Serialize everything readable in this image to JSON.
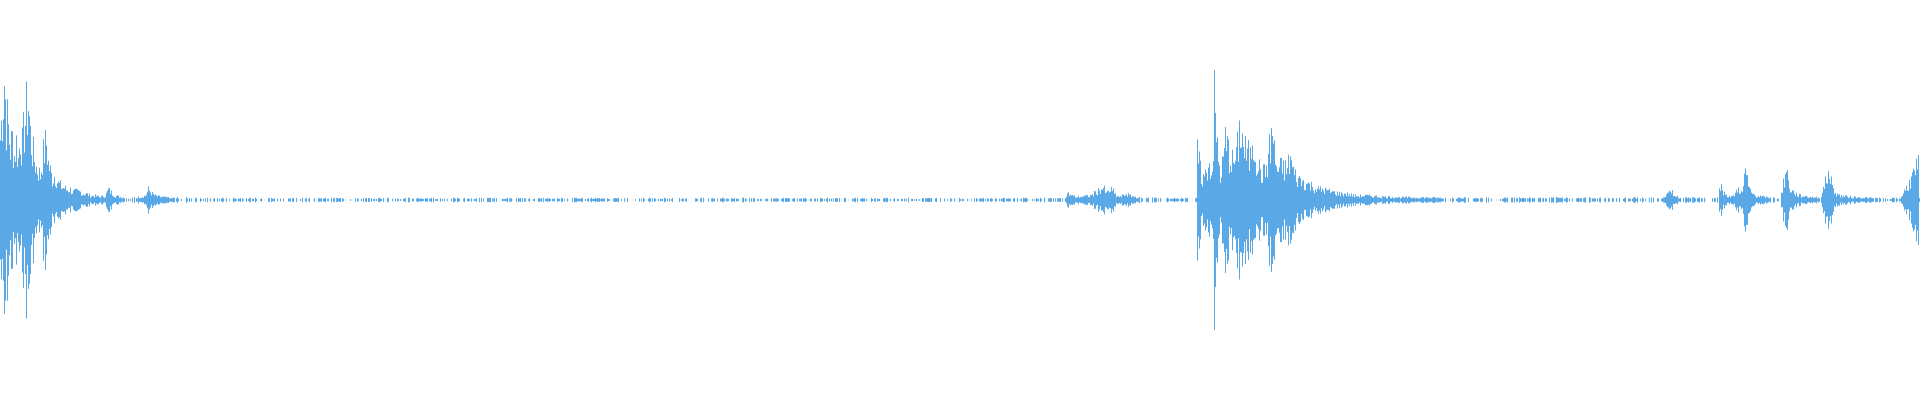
{
  "waveform": {
    "color": "#5aa9e6",
    "background": "#ffffff",
    "samples": [
      [
        0,
        0.3
      ],
      [
        2,
        0.45
      ],
      [
        4,
        0.6
      ],
      [
        6,
        0.4
      ],
      [
        8,
        0.35
      ],
      [
        10,
        0.25
      ],
      [
        12,
        0.3
      ],
      [
        14,
        0.22
      ],
      [
        16,
        0.28
      ],
      [
        18,
        0.2
      ],
      [
        20,
        0.32
      ],
      [
        22,
        0.26
      ],
      [
        24,
        0.36
      ],
      [
        26,
        0.42
      ],
      [
        28,
        0.48
      ],
      [
        30,
        0.32
      ],
      [
        32,
        0.24
      ],
      [
        34,
        0.2
      ],
      [
        36,
        0.16
      ],
      [
        38,
        0.14
      ],
      [
        40,
        0.12
      ],
      [
        42,
        0.2
      ],
      [
        44,
        0.24
      ],
      [
        46,
        0.28
      ],
      [
        48,
        0.18
      ],
      [
        50,
        0.14
      ],
      [
        52,
        0.1
      ],
      [
        54,
        0.12
      ],
      [
        56,
        0.1
      ],
      [
        58,
        0.08
      ],
      [
        60,
        0.07
      ],
      [
        62,
        0.06
      ],
      [
        64,
        0.06
      ],
      [
        66,
        0.05
      ],
      [
        68,
        0.05
      ],
      [
        70,
        0.05
      ],
      [
        72,
        0.04
      ],
      [
        74,
        0.04
      ],
      [
        76,
        0.04
      ],
      [
        78,
        0.04
      ],
      [
        80,
        0.04
      ],
      [
        82,
        0.03
      ],
      [
        84,
        0.03
      ],
      [
        86,
        0.03
      ],
      [
        90,
        0.02
      ],
      [
        95,
        0.02
      ],
      [
        100,
        0.015
      ],
      [
        105,
        0.02
      ],
      [
        108,
        0.05
      ],
      [
        110,
        0.04
      ],
      [
        115,
        0.02
      ],
      [
        120,
        0.015
      ],
      [
        125,
        0.01
      ],
      [
        130,
        0.01
      ],
      [
        135,
        0.01
      ],
      [
        145,
        0.02
      ],
      [
        148,
        0.05
      ],
      [
        150,
        0.04
      ],
      [
        152,
        0.03
      ],
      [
        155,
        0.02
      ],
      [
        160,
        0.015
      ],
      [
        170,
        0.01
      ],
      [
        180,
        0.01
      ],
      [
        190,
        0.01
      ],
      [
        200,
        0.008
      ],
      [
        230,
        0.008
      ],
      [
        260,
        0.008
      ],
      [
        290,
        0.008
      ],
      [
        320,
        0.008
      ],
      [
        350,
        0.008
      ],
      [
        380,
        0.008
      ],
      [
        410,
        0.008
      ],
      [
        440,
        0.008
      ],
      [
        470,
        0.008
      ],
      [
        500,
        0.008
      ],
      [
        530,
        0.008
      ],
      [
        560,
        0.008
      ],
      [
        590,
        0.008
      ],
      [
        620,
        0.008
      ],
      [
        650,
        0.008
      ],
      [
        680,
        0.008
      ],
      [
        710,
        0.008
      ],
      [
        740,
        0.008
      ],
      [
        770,
        0.008
      ],
      [
        800,
        0.008
      ],
      [
        830,
        0.008
      ],
      [
        860,
        0.008
      ],
      [
        890,
        0.008
      ],
      [
        920,
        0.008
      ],
      [
        950,
        0.008
      ],
      [
        980,
        0.008
      ],
      [
        1010,
        0.008
      ],
      [
        1040,
        0.008
      ],
      [
        1065,
        0.02
      ],
      [
        1068,
        0.03
      ],
      [
        1072,
        0.02
      ],
      [
        1076,
        0.015
      ],
      [
        1090,
        0.02
      ],
      [
        1100,
        0.05
      ],
      [
        1103,
        0.06
      ],
      [
        1106,
        0.03
      ],
      [
        1110,
        0.05
      ],
      [
        1113,
        0.04
      ],
      [
        1116,
        0.02
      ],
      [
        1120,
        0.015
      ],
      [
        1126,
        0.03
      ],
      [
        1130,
        0.02
      ],
      [
        1135,
        0.015
      ],
      [
        1140,
        0.01
      ],
      [
        1150,
        0.01
      ],
      [
        1160,
        0.01
      ],
      [
        1170,
        0.008
      ],
      [
        1196,
        0.3
      ],
      [
        1198,
        0.2
      ],
      [
        1200,
        0.14
      ],
      [
        1202,
        0.1
      ],
      [
        1205,
        0.12
      ],
      [
        1208,
        0.18
      ],
      [
        1212,
        0.14
      ],
      [
        1214,
        0.46
      ],
      [
        1216,
        0.3
      ],
      [
        1218,
        0.2
      ],
      [
        1220,
        0.12
      ],
      [
        1222,
        0.16
      ],
      [
        1225,
        0.28
      ],
      [
        1228,
        0.24
      ],
      [
        1232,
        0.18
      ],
      [
        1236,
        0.2
      ],
      [
        1240,
        0.36
      ],
      [
        1243,
        0.26
      ],
      [
        1246,
        0.22
      ],
      [
        1250,
        0.2
      ],
      [
        1252,
        0.32
      ],
      [
        1255,
        0.24
      ],
      [
        1258,
        0.16
      ],
      [
        1262,
        0.12
      ],
      [
        1265,
        0.14
      ],
      [
        1268,
        0.2
      ],
      [
        1272,
        0.34
      ],
      [
        1275,
        0.18
      ],
      [
        1278,
        0.14
      ],
      [
        1282,
        0.16
      ],
      [
        1286,
        0.14
      ],
      [
        1290,
        0.2
      ],
      [
        1294,
        0.12
      ],
      [
        1298,
        0.1
      ],
      [
        1302,
        0.09
      ],
      [
        1306,
        0.08
      ],
      [
        1310,
        0.07
      ],
      [
        1314,
        0.06
      ],
      [
        1318,
        0.05
      ],
      [
        1322,
        0.05
      ],
      [
        1326,
        0.045
      ],
      [
        1330,
        0.04
      ],
      [
        1335,
        0.035
      ],
      [
        1340,
        0.03
      ],
      [
        1345,
        0.03
      ],
      [
        1350,
        0.025
      ],
      [
        1355,
        0.02
      ],
      [
        1360,
        0.02
      ],
      [
        1370,
        0.02
      ],
      [
        1380,
        0.015
      ],
      [
        1390,
        0.015
      ],
      [
        1400,
        0.012
      ],
      [
        1420,
        0.012
      ],
      [
        1440,
        0.01
      ],
      [
        1460,
        0.01
      ],
      [
        1480,
        0.01
      ],
      [
        1500,
        0.01
      ],
      [
        1520,
        0.01
      ],
      [
        1540,
        0.01
      ],
      [
        1560,
        0.01
      ],
      [
        1580,
        0.01
      ],
      [
        1600,
        0.01
      ],
      [
        1620,
        0.01
      ],
      [
        1640,
        0.01
      ],
      [
        1660,
        0.008
      ],
      [
        1672,
        0.04
      ],
      [
        1675,
        0.02
      ],
      [
        1680,
        0.01
      ],
      [
        1718,
        0.12
      ],
      [
        1722,
        0.04
      ],
      [
        1728,
        0.02
      ],
      [
        1732,
        0.015
      ],
      [
        1735,
        0.03
      ],
      [
        1738,
        0.06
      ],
      [
        1742,
        0.03
      ],
      [
        1745,
        0.15
      ],
      [
        1748,
        0.06
      ],
      [
        1752,
        0.03
      ],
      [
        1756,
        0.02
      ],
      [
        1762,
        0.015
      ],
      [
        1770,
        0.01
      ],
      [
        1780,
        0.01
      ],
      [
        1786,
        0.14
      ],
      [
        1790,
        0.05
      ],
      [
        1795,
        0.03
      ],
      [
        1800,
        0.02
      ],
      [
        1810,
        0.015
      ],
      [
        1820,
        0.01
      ],
      [
        1829,
        0.14
      ],
      [
        1832,
        0.06
      ],
      [
        1836,
        0.03
      ],
      [
        1840,
        0.02
      ],
      [
        1850,
        0.015
      ],
      [
        1860,
        0.012
      ],
      [
        1870,
        0.01
      ],
      [
        1880,
        0.01
      ],
      [
        1890,
        0.008
      ],
      [
        1900,
        0.008
      ],
      [
        1918,
        0.16
      ]
    ]
  }
}
